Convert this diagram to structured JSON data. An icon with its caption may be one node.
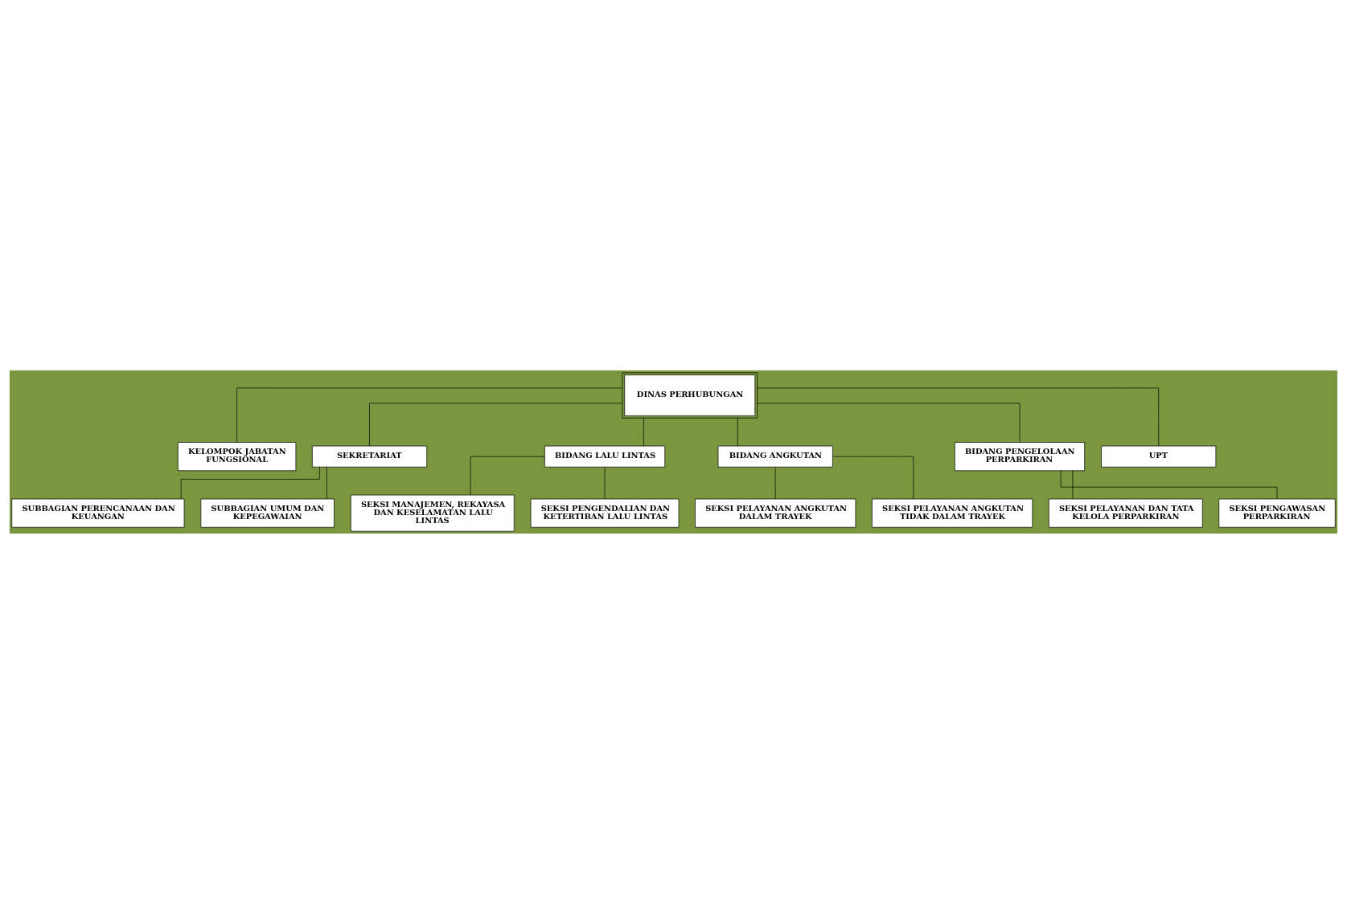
{
  "diagram": {
    "nodes": [
      {
        "text": [
          "DINAS PERHUBUNGAN"
        ]
      },
      {
        "text": [
          "KELOMPOK JABATAN FUNGSIONAL"
        ]
      },
      {
        "text": [
          "SEKRETARIAT"
        ]
      },
      {
        "text": [
          "SUBBAGIAN PERENCANAAN DAN KEUANGAN"
        ]
      },
      {
        "text": [
          "SUBBAGIAN UMUM DAN KEPEGAWAIAN"
        ]
      },
      {
        "text": [
          "BIDANG LALU LINTAS"
        ]
      },
      {
        "text": [
          "BIDANG ANGKUTAN"
        ]
      },
      {
        "text": [
          "BIDANG PENGELOLAAN PERPARKIRAN"
        ]
      },
      {
        "text": [
          "SEKSI MANAJEMEN, REKAYASA DAN KESELAMATAN LALU LINTAS"
        ]
      },
      {
        "text": [
          "SEKSI PENGENDALIAN DAN KETERTIBAN LALU LINTAS"
        ]
      },
      {
        "text": [
          "SEKSI PELAYANAN ANGKUTAN DALAM TRAYEK"
        ]
      },
      {
        "text": [
          "SEKSI PELAYANAN ANGKUTAN TIDAK DALAM TRAYEK"
        ]
      },
      {
        "text": [
          "SEKSI PELAYANAN DAN TATA KELOLA PERPARKIRAN"
        ]
      },
      {
        "text": [
          "SEKSI PENGAWASAN PERPARKIRAN"
        ]
      },
      {
        "text": [
          "UPT"
        ]
      }
    ],
    "edges": [
      {
        "from": 0,
        "to": 1,
        "arrow": "none"
      },
      {
        "from": 0,
        "to": 2,
        "arrow": "none"
      },
      {
        "from": 2,
        "to": 3,
        "arrow": "none"
      },
      {
        "from": 2,
        "to": 4,
        "arrow": "none"
      },
      {
        "from": 0,
        "to": 5,
        "arrow": "none"
      },
      {
        "from": 0,
        "to": 6,
        "arrow": "none"
      },
      {
        "from": 0,
        "to": 7,
        "arrow": "none"
      },
      {
        "from": 5,
        "to": 8,
        "arrow": "none"
      },
      {
        "from": 5,
        "to": 9,
        "arrow": "none"
      },
      {
        "from": 6,
        "to": 10,
        "arrow": "none"
      },
      {
        "from": 6,
        "to": 11,
        "arrow": "none"
      },
      {
        "from": 7,
        "to": 12,
        "arrow": "none"
      },
      {
        "from": 7,
        "to": 13,
        "arrow": "none"
      },
      {
        "from": 0,
        "to": 14,
        "arrow": "none"
      }
    ]
  }
}
